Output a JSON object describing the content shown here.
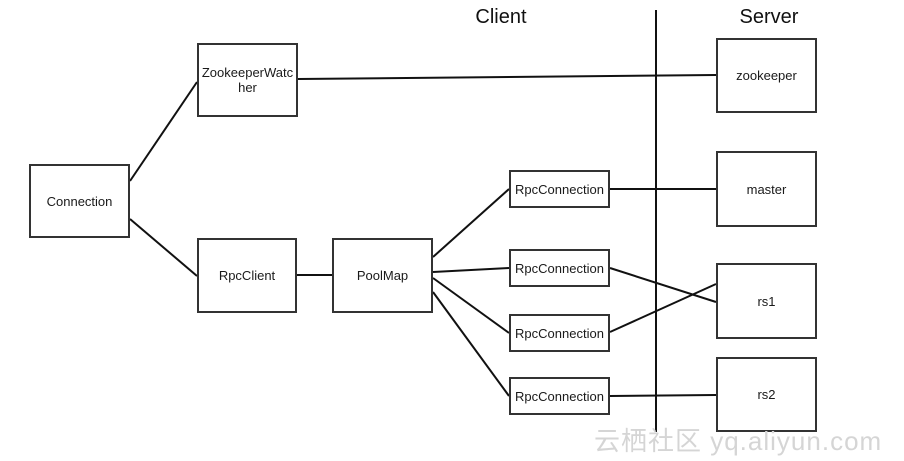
{
  "headers": {
    "client": "Client",
    "server": "Server"
  },
  "nodes": {
    "connection": {
      "label": "Connection"
    },
    "zookeeper_watcher": {
      "label": "ZookeeperWatcher"
    },
    "rpc_client": {
      "label": "RpcClient"
    },
    "pool_map": {
      "label": "PoolMap"
    },
    "rpc_connection_1": {
      "label": "RpcConnection"
    },
    "rpc_connection_2": {
      "label": "RpcConnection"
    },
    "rpc_connection_3": {
      "label": "RpcConnection"
    },
    "rpc_connection_4": {
      "label": "RpcConnection"
    },
    "zookeeper": {
      "label": "zookeeper"
    },
    "master": {
      "label": "master"
    },
    "rs1": {
      "label": "rs1"
    },
    "rs2": {
      "label": "rs2"
    }
  },
  "edges": [
    {
      "from": "connection",
      "to": "zookeeper_watcher"
    },
    {
      "from": "connection",
      "to": "rpc_client"
    },
    {
      "from": "rpc_client",
      "to": "pool_map"
    },
    {
      "from": "zookeeper_watcher",
      "to": "zookeeper"
    },
    {
      "from": "pool_map",
      "to": "rpc_connection_1"
    },
    {
      "from": "pool_map",
      "to": "rpc_connection_2"
    },
    {
      "from": "pool_map",
      "to": "rpc_connection_3"
    },
    {
      "from": "pool_map",
      "to": "rpc_connection_4"
    },
    {
      "from": "rpc_connection_1",
      "to": "master"
    },
    {
      "from": "rpc_connection_2",
      "to": "rs1"
    },
    {
      "from": "rpc_connection_3",
      "to": "rs1"
    },
    {
      "from": "rpc_connection_4",
      "to": "rs2"
    }
  ],
  "divider": {
    "separates": "client-server"
  },
  "colors": {
    "background": "#ffffff",
    "box_border": "#333333",
    "line": "#111111",
    "text": "#1a1a1a",
    "watermark": "#d5d5d5"
  },
  "watermark": {
    "text": "云栖社区 yq.aliyun.com"
  }
}
